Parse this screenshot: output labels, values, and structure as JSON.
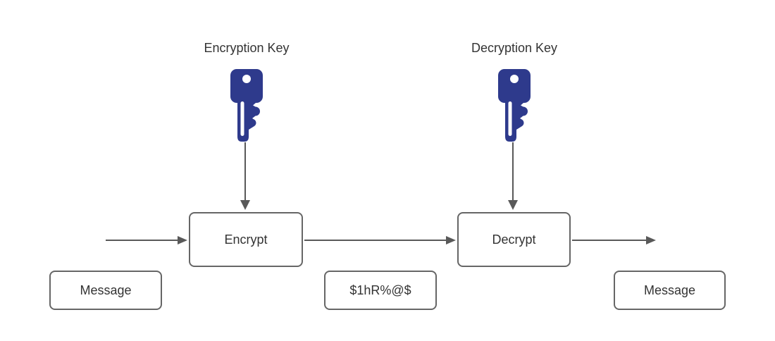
{
  "diagram": {
    "colors": {
      "key_fill": "#2e3a8c",
      "arrow": "#595959",
      "box_border": "#666666",
      "text": "#333333",
      "background": "#ffffff"
    },
    "key_labels": {
      "encryption": "Encryption Key",
      "decryption": "Decryption Key"
    },
    "nodes": {
      "encrypt": "Encrypt",
      "decrypt": "Decrypt",
      "message_in": "Message",
      "ciphertext": "$1hR%@$",
      "message_out": "Message"
    },
    "icons": {
      "encryption": "key-icon",
      "decryption": "key-icon"
    }
  }
}
